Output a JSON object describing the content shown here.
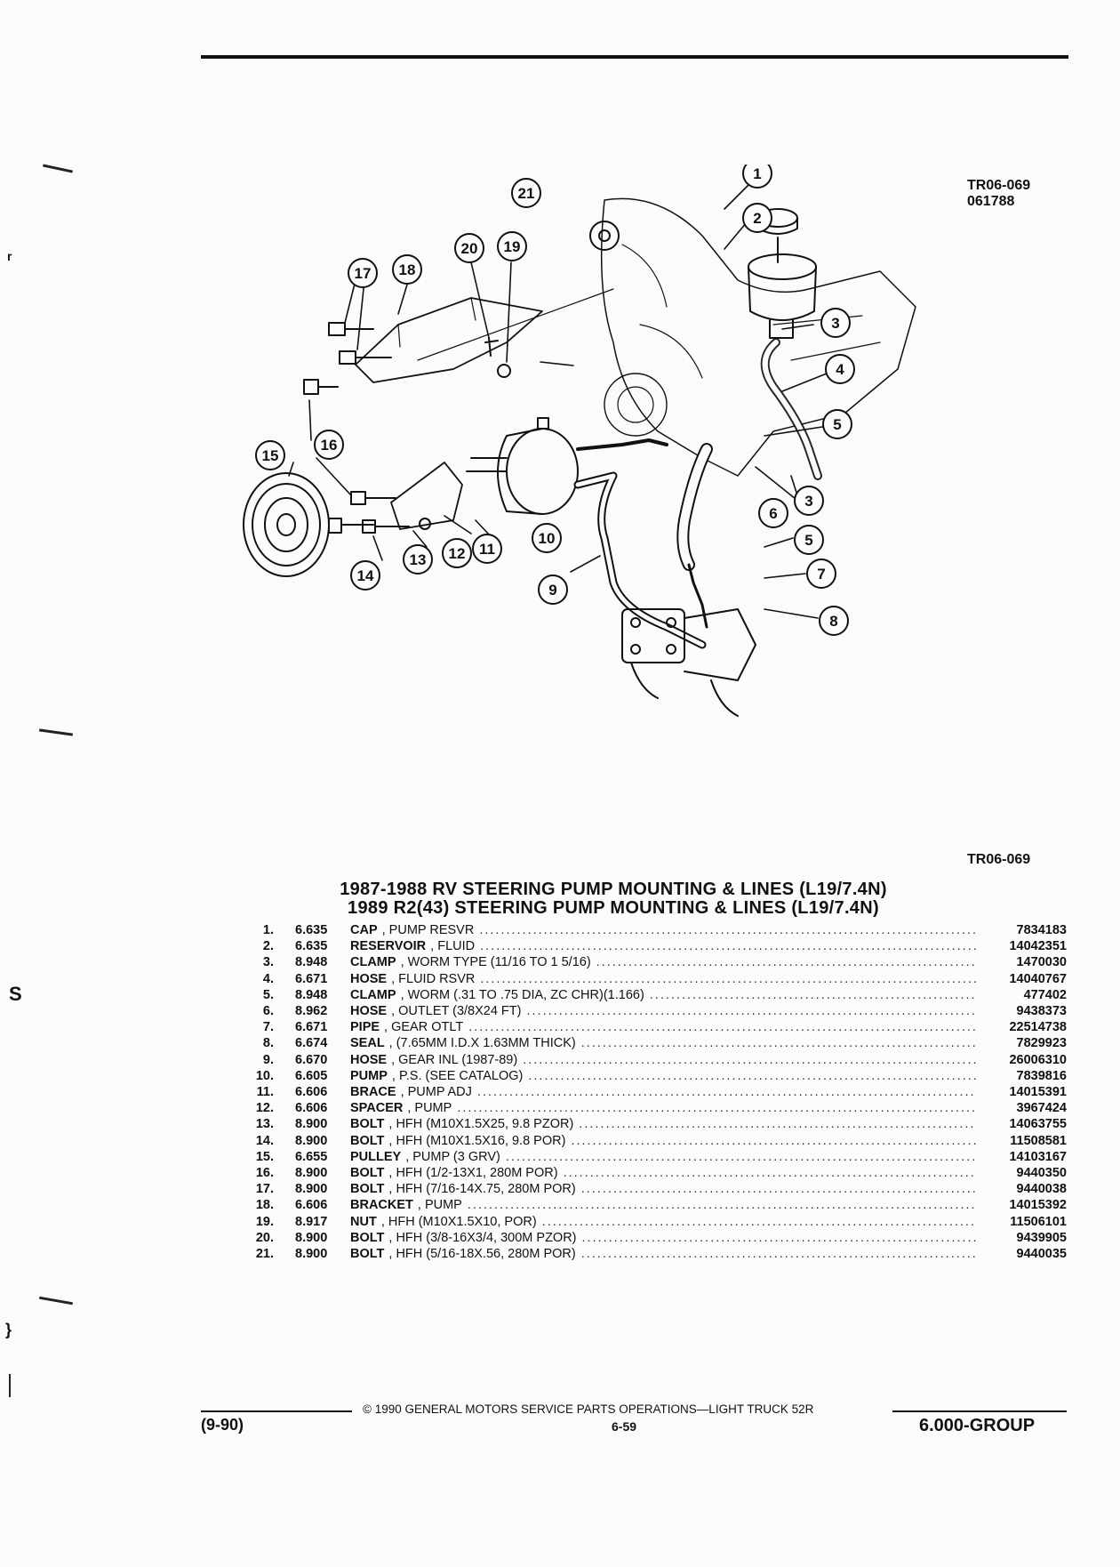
{
  "figure": {
    "ref_code_lines": [
      "TR06-069",
      "061788"
    ],
    "label": "TR06-069",
    "callouts": [
      "1",
      "2",
      "3",
      "3",
      "4",
      "5",
      "5",
      "6",
      "7",
      "8",
      "9",
      "10",
      "11",
      "12",
      "13",
      "14",
      "15",
      "16",
      "16",
      "17",
      "18",
      "19",
      "20",
      "21"
    ]
  },
  "titles": [
    "1987-1988 RV STEERING PUMP MOUNTING & LINES (L19/7.4N)",
    "1989 R2(43) STEERING PUMP MOUNTING & LINES (L19/7.4N)"
  ],
  "parts": [
    {
      "num": "1.",
      "group": "6.635",
      "name": "CAP",
      "spec": ", PUMP RESVR",
      "part": "7834183"
    },
    {
      "num": "2.",
      "group": "6.635",
      "name": "RESERVOIR",
      "spec": ", FLUID",
      "part": "14042351"
    },
    {
      "num": "3.",
      "group": "8.948",
      "name": "CLAMP",
      "spec": ", WORM TYPE (11/16 TO 1 5/16)",
      "part": "1470030"
    },
    {
      "num": "4.",
      "group": "6.671",
      "name": "HOSE",
      "spec": ", FLUID RSVR",
      "part": "14040767"
    },
    {
      "num": "5.",
      "group": "8.948",
      "name": "CLAMP",
      "spec": ", WORM (.31 TO .75 DIA, ZC CHR)(1.166)",
      "part": "477402"
    },
    {
      "num": "6.",
      "group": "8.962",
      "name": "HOSE",
      "spec": ", OUTLET (3/8X24 FT)",
      "part": "9438373"
    },
    {
      "num": "7.",
      "group": "6.671",
      "name": "PIPE",
      "spec": ", GEAR OTLT",
      "part": "22514738"
    },
    {
      "num": "8.",
      "group": "6.674",
      "name": "SEAL",
      "spec": ", (7.65MM I.D.X 1.63MM THICK)",
      "part": "7829923"
    },
    {
      "num": "9.",
      "group": "6.670",
      "name": "HOSE",
      "spec": ", GEAR INL (1987-89)",
      "part": "26006310"
    },
    {
      "num": "10.",
      "group": "6.605",
      "name": "PUMP",
      "spec": ", P.S. (SEE CATALOG)",
      "part": "7839816"
    },
    {
      "num": "11.",
      "group": "6.606",
      "name": "BRACE",
      "spec": ", PUMP ADJ",
      "part": "14015391"
    },
    {
      "num": "12.",
      "group": "6.606",
      "name": "SPACER",
      "spec": ", PUMP",
      "part": "3967424"
    },
    {
      "num": "13.",
      "group": "8.900",
      "name": "BOLT",
      "spec": ", HFH (M10X1.5X25, 9.8 PZOR)",
      "part": "14063755"
    },
    {
      "num": "14.",
      "group": "8.900",
      "name": "BOLT",
      "spec": ", HFH (M10X1.5X16, 9.8 POR)",
      "part": "11508581"
    },
    {
      "num": "15.",
      "group": "6.655",
      "name": "PULLEY",
      "spec": ", PUMP (3 GRV)",
      "part": "14103167"
    },
    {
      "num": "16.",
      "group": "8.900",
      "name": "BOLT",
      "spec": ", HFH (1/2-13X1, 280M POR)",
      "part": "9440350"
    },
    {
      "num": "17.",
      "group": "8.900",
      "name": "BOLT",
      "spec": ", HFH (7/16-14X.75, 280M POR)",
      "part": "9440038"
    },
    {
      "num": "18.",
      "group": "6.606",
      "name": "BRACKET",
      "spec": ", PUMP",
      "part": "14015392"
    },
    {
      "num": "19.",
      "group": "8.917",
      "name": "NUT",
      "spec": ", HFH (M10X1.5X10, POR)",
      "part": "11506101"
    },
    {
      "num": "20.",
      "group": "8.900",
      "name": "BOLT",
      "spec": ", HFH (3/8-16X3/4, 300M PZOR)",
      "part": "9439905"
    },
    {
      "num": "21.",
      "group": "8.900",
      "name": "BOLT",
      "spec": ", HFH (5/16-18X.56, 280M POR)",
      "part": "9440035"
    }
  ],
  "footer": {
    "copyright": "© 1990 GENERAL MOTORS SERVICE PARTS OPERATIONS—LIGHT TRUCK 52R",
    "date": "(9-90)",
    "page": "6-59",
    "group": "6.000-GROUP"
  },
  "margin": {
    "s": "S",
    "r": "r",
    "bracket": "}"
  }
}
